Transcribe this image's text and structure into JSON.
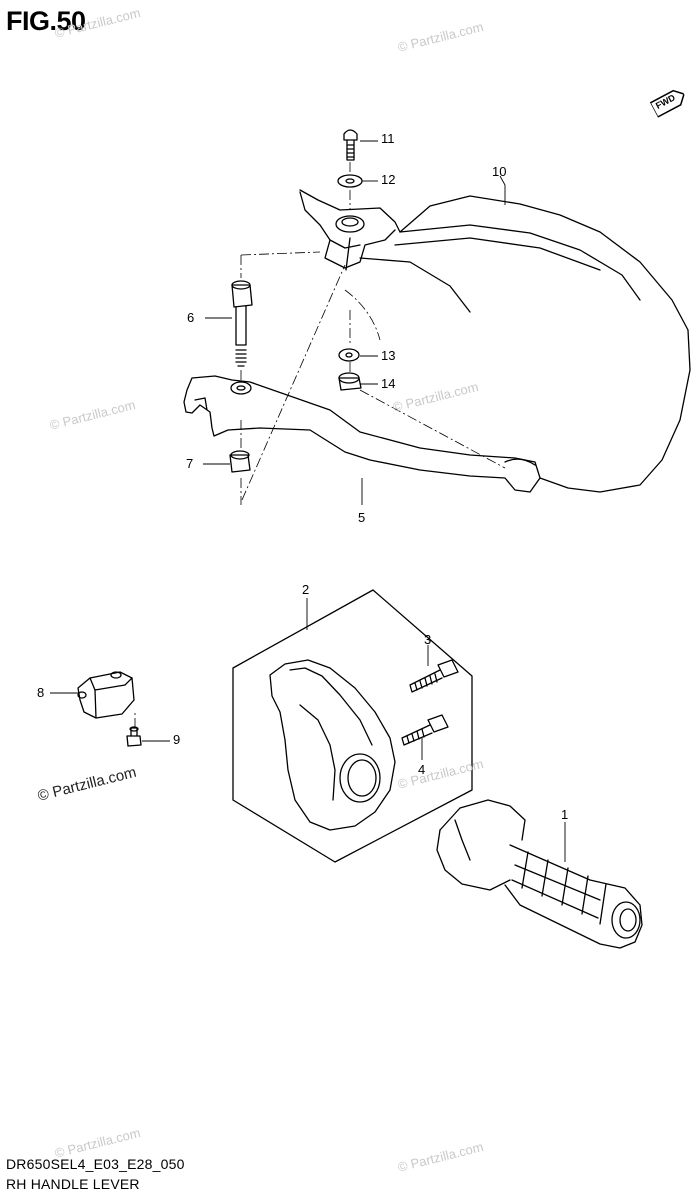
{
  "figure": {
    "title": "FIG.50",
    "model_code": "DR650SEL4_E03_E28_050",
    "name": "RH HANDLE LEVER"
  },
  "fwd_label": "FWD",
  "watermarks": [
    "© Partzilla.com",
    "© Partzilla.com",
    "© Partzilla.com",
    "© Partzilla.com",
    "© Partzilla.com",
    "© Partzilla.com",
    "© Partzilla.com",
    "© Partzilla.com",
    "© Partzilla.com"
  ],
  "callouts": {
    "c1": "1",
    "c2": "2",
    "c3": "3",
    "c4": "4",
    "c5": "5",
    "c6": "6",
    "c7": "7",
    "c8": "8",
    "c9": "9",
    "c10": "10",
    "c11": "11",
    "c12": "12",
    "c13": "13",
    "c14": "14"
  },
  "colors": {
    "line": "#000000",
    "watermark": "#c9c9c9",
    "background": "#ffffff"
  }
}
